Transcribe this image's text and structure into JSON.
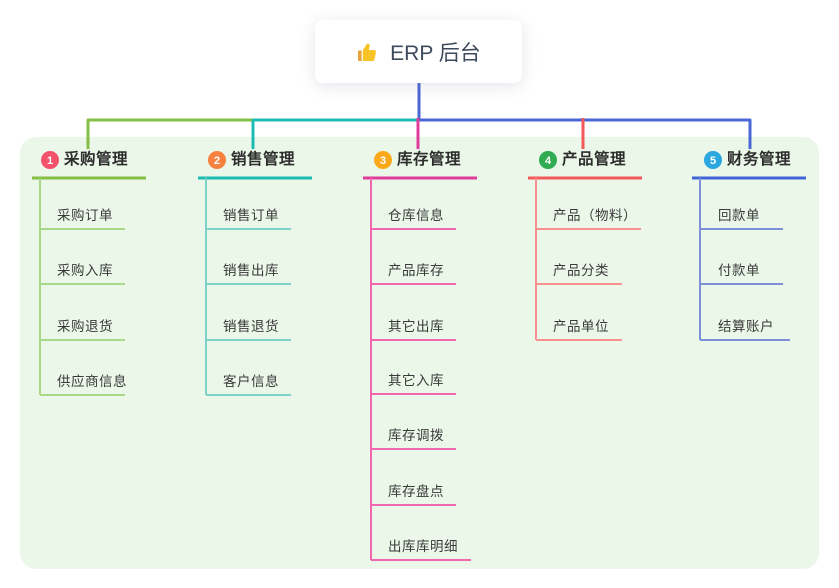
{
  "root": {
    "icon": "thumbs-up",
    "label": "ERP 后台"
  },
  "colors": {
    "page_background": "#FFFFFF",
    "panel_background": "#EBF7E9",
    "connector_blue": "#4A67D5",
    "root_text": "#3D4A5C",
    "title_text": "#2D2D2D",
    "child_text": "#3A3A3A",
    "thumb_yellow": "#F7C325",
    "thumb_cuff": "#E8A33D"
  },
  "branches": [
    {
      "num": "1",
      "title": "采购管理",
      "badge": "#F4516C",
      "line": "#85BE44",
      "child_line": "#A9D788",
      "children": [
        "采购订单",
        "采购入库",
        "采购退货",
        "供应商信息"
      ]
    },
    {
      "num": "2",
      "title": "销售管理",
      "badge": "#F7813F",
      "line": "#1CBBB4",
      "child_line": "#7DD2CA",
      "children": [
        "销售订单",
        "销售出库",
        "销售退货",
        "客户信息"
      ]
    },
    {
      "num": "3",
      "title": "库存管理",
      "badge": "#FBA819",
      "line": "#E03C9C",
      "child_line": "#F168AE",
      "children": [
        "仓库信息",
        "产品库存",
        "其它出库",
        "其它入库",
        "库存调拨",
        "库存盘点",
        "出库库明细"
      ]
    },
    {
      "num": "4",
      "title": "产品管理",
      "badge": "#30AB52",
      "line": "#F55A5A",
      "child_line": "#F89090",
      "children": [
        "产品（物料）",
        "产品分类",
        "产品单位"
      ]
    },
    {
      "num": "5",
      "title": "财务管理",
      "badge": "#2BA7E0",
      "line": "#4164D6",
      "child_line": "#7E90D8",
      "children": [
        "回款单",
        "付款单",
        "结算账户"
      ]
    }
  ]
}
